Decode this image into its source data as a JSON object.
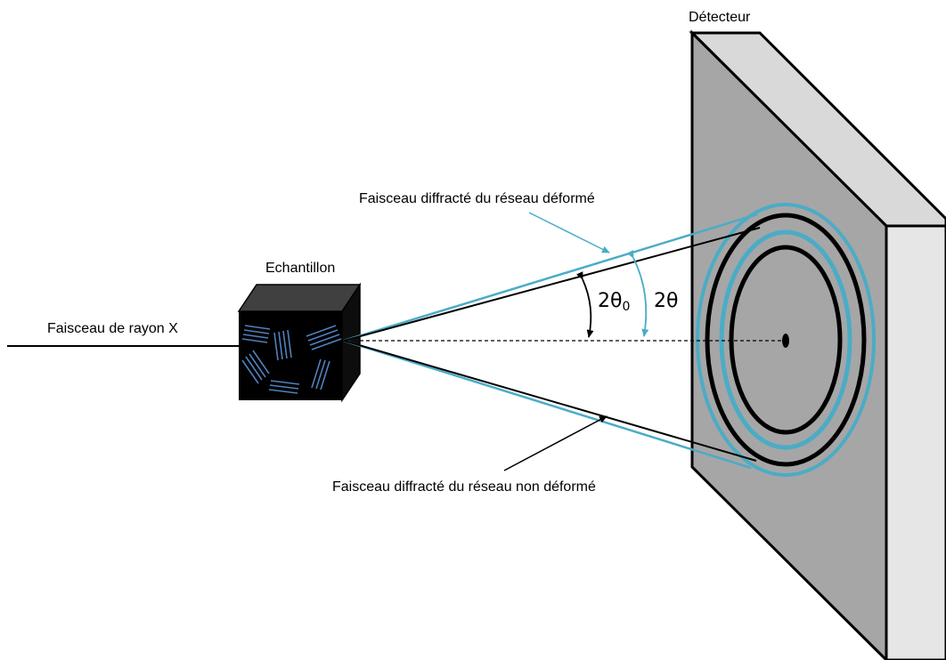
{
  "labels": {
    "detector": "Détecteur",
    "sample": "Echantillon",
    "xray_beam": "Faisceau de rayon X",
    "deformed_beam": "Faisceau diffracté du réseau déformé",
    "undeformed_beam": "Faisceau diffracté du réseau non déformé",
    "angle_undeformed": "2θ",
    "angle_undeformed_sub": "0",
    "angle_deformed": "2θ"
  },
  "colors": {
    "deformed": "#4bacc6",
    "undeformed": "#000000",
    "detector_front": "#a6a6a6",
    "detector_side": "#d9d9d9",
    "sample_front": "#000000",
    "sample_top": "#404040",
    "grain": "#4f81bd"
  }
}
